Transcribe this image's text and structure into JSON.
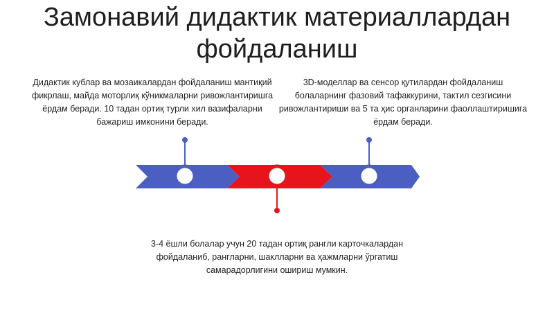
{
  "title_line1": "Замонавий дидактик материаллардан",
  "title_line2": "фойдаланиш",
  "items": [
    {
      "text": "Дидактик кублар ва мозаикалардан фойдаланиш мантиқий фикрлаш, майда моторлиқ кўникмаларни ривожлантиришга ёрдам беради. 10 тадан ортиқ турли хил вазифаларни бажариш имконини беради.",
      "color": "#4a5fc1"
    },
    {
      "text": "3-4 ёшли болалар учун 20 тадан ортиқ рангли карточкалардан фойдаланиб, рангларни, шаклларни ва ҳажмларни ўргатиш самарадорлигини ошириш мумкин.",
      "color": "#e8141b"
    },
    {
      "text": "3D-моделлар ва сенсор қутилардан фойдаланиш болаларнинг фазовий тафаккурини, тактил сезгисини ривожлантириши ва  5 та  ҳис органларини фаоллаштиришига ёрдам беради.",
      "color": "#4a5fc1"
    }
  ]
}
